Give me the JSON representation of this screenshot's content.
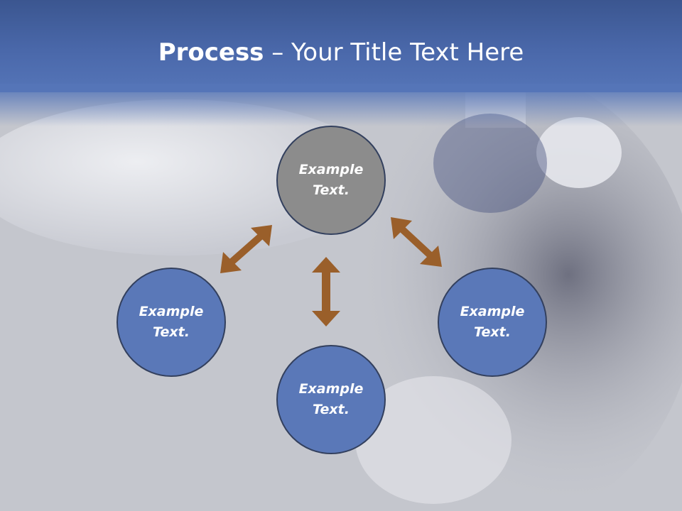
{
  "slide": {
    "title_bold": "Process",
    "title_rest": " – Your Title Text Here"
  },
  "nodes": {
    "top": "Example Text.",
    "left": "Example Text.",
    "right": "Example Text.",
    "bottom": "Example Text."
  },
  "colors": {
    "header": "#4a68aa",
    "node_blue": "#5a78b8",
    "node_gray": "#8c8c8c",
    "arrow": "#9a5f2a"
  }
}
